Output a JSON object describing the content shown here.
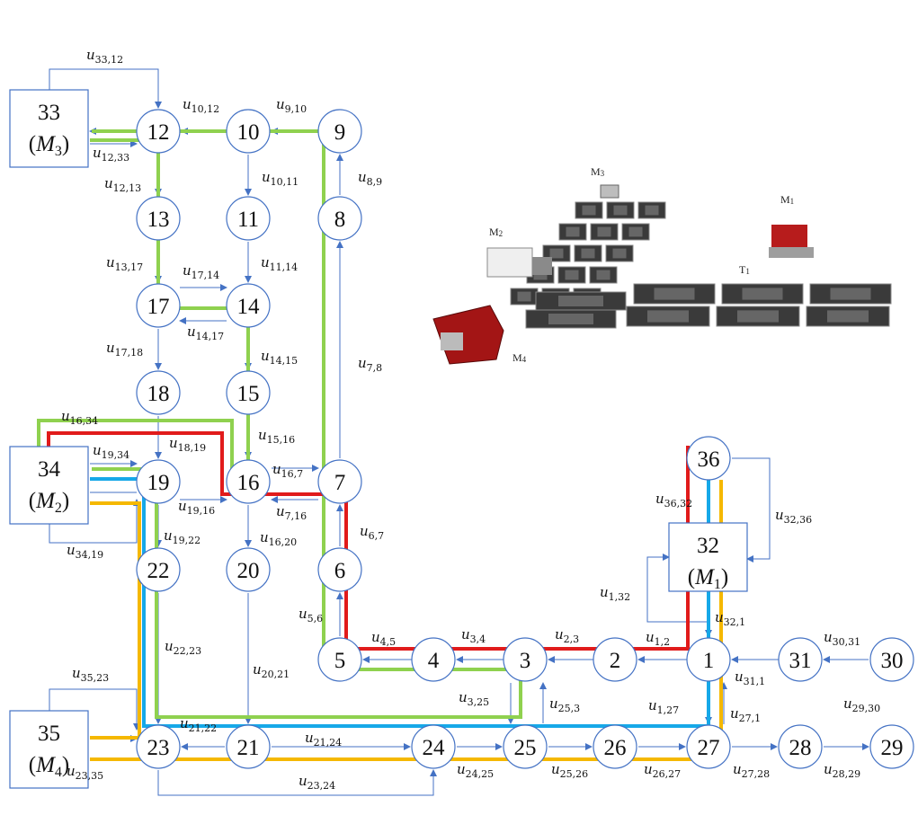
{
  "colors": {
    "node_stroke": "#4472c4",
    "edge": "#4472c4",
    "route_green": "#8fd14f",
    "route_red": "#e11b1b",
    "route_blue": "#16a8e8",
    "route_yellow": "#f5b800"
  },
  "nodes": [
    "1",
    "2",
    "3",
    "4",
    "5",
    "6",
    "7",
    "8",
    "9",
    "10",
    "11",
    "12",
    "13",
    "14",
    "15",
    "16",
    "17",
    "18",
    "19",
    "20",
    "21",
    "22",
    "23",
    "24",
    "25",
    "26",
    "27",
    "28",
    "29",
    "30",
    "31",
    "36"
  ],
  "machines": [
    {
      "id": "33",
      "name": "M",
      "sub": "3"
    },
    {
      "id": "34",
      "name": "M",
      "sub": "2"
    },
    {
      "id": "35",
      "name": "M",
      "sub": "4"
    },
    {
      "id": "32",
      "name": "M",
      "sub": "1"
    }
  ],
  "edge_labels": [
    "33,12",
    "10,12",
    "9,10",
    "12,33",
    "12,13",
    "10,11",
    "8,9",
    "13,17",
    "17,14",
    "11,14",
    "14,17",
    "17,18",
    "14,15",
    "7,8",
    "16,34",
    "15,16",
    "18,19",
    "19,34",
    "16,7",
    "19,16",
    "7,16",
    "6,7",
    "19,22",
    "16,20",
    "34,19",
    "36,32",
    "32,36",
    "1,32",
    "5,6",
    "32,1",
    "4,5",
    "3,4",
    "2,3",
    "1,2",
    "30,31",
    "22,23",
    "20,21",
    "35,23",
    "3,25",
    "25,3",
    "31,1",
    "1,27",
    "27,1",
    "29,30",
    "21,22",
    "21,24",
    "24,25",
    "25,26",
    "26,27",
    "27,28",
    "28,29",
    "23,35",
    "23,24"
  ],
  "edge_symbol": "u",
  "illustration": {
    "labels": [
      {
        "main": "M",
        "sub": "3"
      },
      {
        "main": "M",
        "sub": "2"
      },
      {
        "main": "M",
        "sub": "1"
      },
      {
        "main": "T",
        "sub": "1"
      },
      {
        "main": "M",
        "sub": "4"
      }
    ]
  }
}
